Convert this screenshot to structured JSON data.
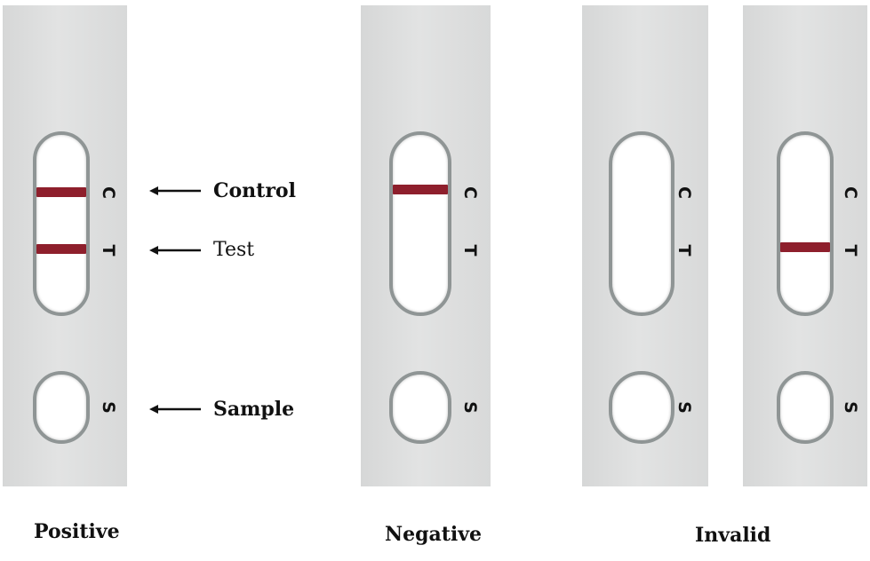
{
  "strip_marks": {
    "control": "C",
    "test": "T",
    "sample": "S"
  },
  "callouts": {
    "control": "Control",
    "test": "Test",
    "sample": "Sample"
  },
  "captions": {
    "positive": "Positive",
    "negative": "Negative",
    "invalid": "Invalid"
  },
  "colors": {
    "band": "#8e1f2c",
    "strip": "#dcdddd",
    "window_border": "#8f9595"
  },
  "strips": [
    {
      "result": "Positive",
      "control_line": true,
      "test_line": true
    },
    {
      "result": "Negative",
      "control_line": true,
      "test_line": false
    },
    {
      "result": "Invalid",
      "control_line": false,
      "test_line": false
    },
    {
      "result": "Invalid",
      "control_line": false,
      "test_line": true
    }
  ]
}
